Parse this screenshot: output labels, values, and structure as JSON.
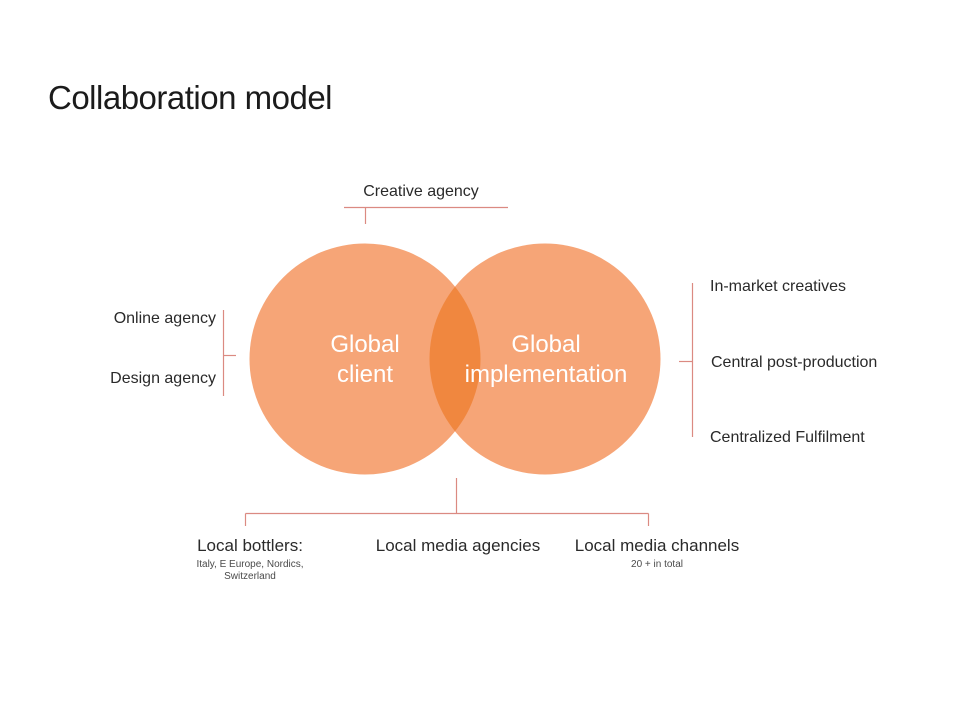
{
  "slide": {
    "title": "Collaboration model",
    "background": "#ffffff"
  },
  "venn": {
    "left_circle": {
      "label": "Global\nclient"
    },
    "right_circle": {
      "label": "Global\nimplementation"
    },
    "colors": {
      "circle_fill": "#f6a577",
      "overlap_fill": "#f0873f",
      "connector_line": "#db8a82",
      "text_on_circle": "#ffffff"
    }
  },
  "annotations": {
    "top": {
      "label": "Creative agency"
    },
    "left": {
      "items": [
        "Online agency",
        "Design agency"
      ]
    },
    "right": {
      "items": [
        "In-market creatives",
        "Central post-production",
        "Centralized Fulfilment"
      ]
    },
    "bottom": {
      "items": [
        {
          "label": "Local bottlers:",
          "sublabel": "Italy, E Europe, Nordics,\nSwitzerland"
        },
        {
          "label": "Local media agencies",
          "sublabel": ""
        },
        {
          "label": "Local media channels",
          "sublabel": "20 + in total"
        }
      ]
    }
  }
}
